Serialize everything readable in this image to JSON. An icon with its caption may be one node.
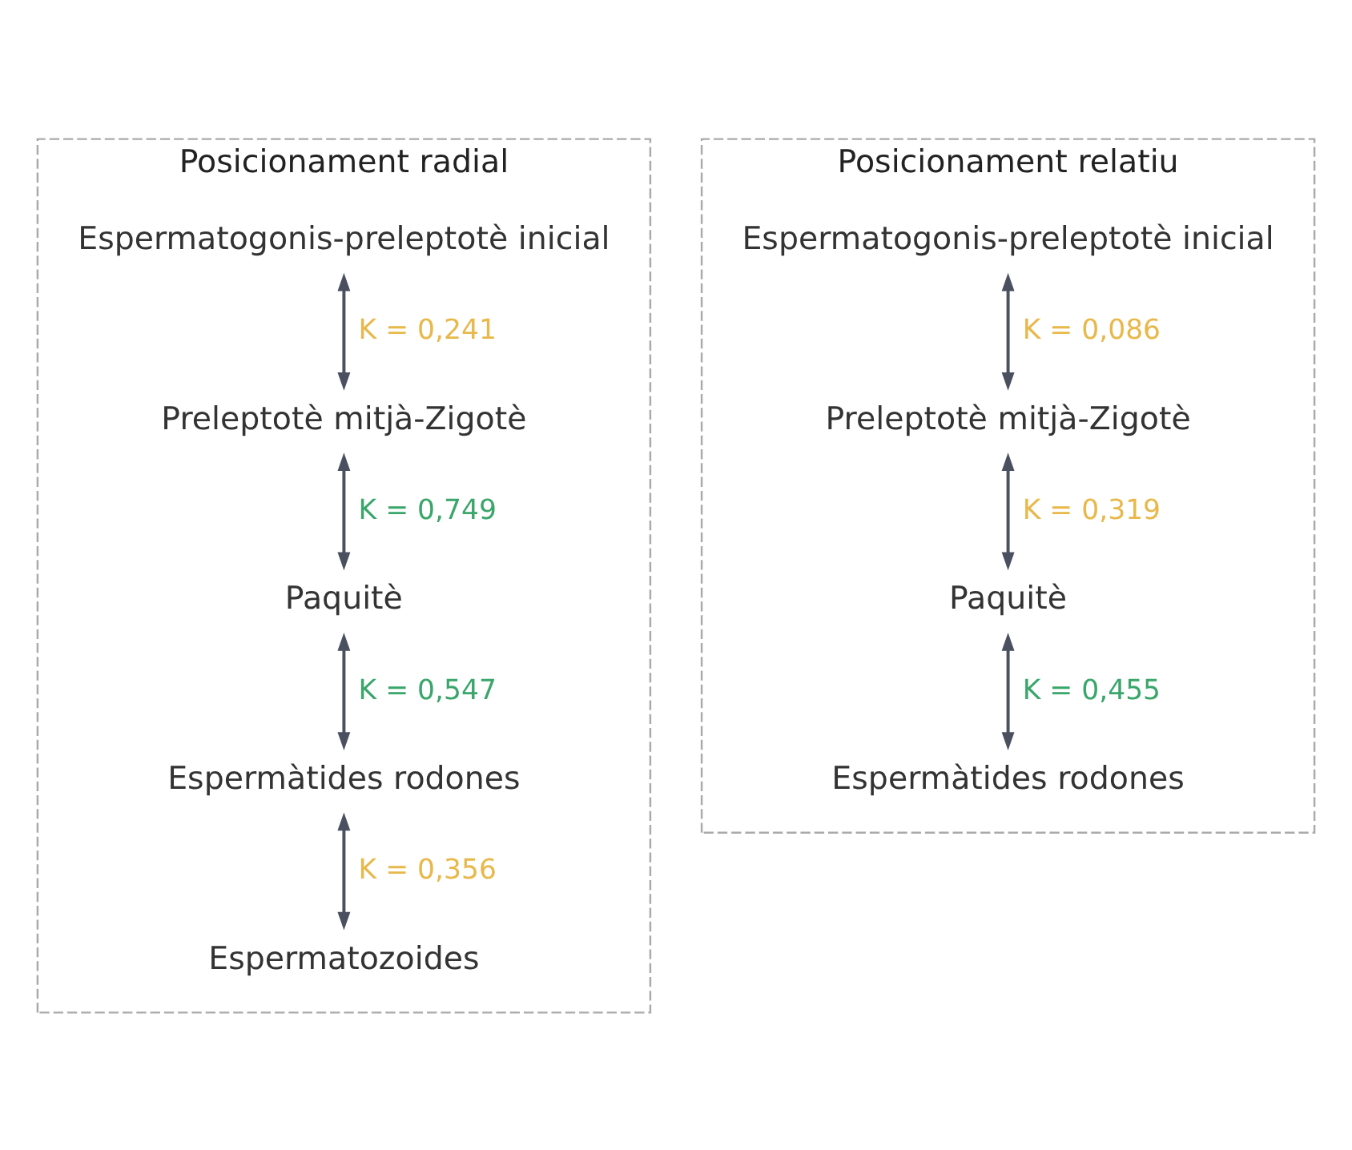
{
  "diagram": {
    "nodes": [
      {
        "text": [
          "Posicionament radial"
        ]
      },
      {
        "text": [
          "Espermatogonis-preleptotè inicial"
        ],
        "in": 0
      },
      {
        "text": [
          "Preleptotè mitjà-Zigotè"
        ],
        "in": 0
      },
      {
        "text": [
          "Paquitè"
        ],
        "in": 0
      },
      {
        "text": [
          "Espermàtides rodones"
        ],
        "in": 0
      },
      {
        "text": [
          "Espermatozoides"
        ],
        "in": 0
      },
      {
        "text": [
          "Posicionament relatiu"
        ]
      },
      {
        "text": [
          "Espermatogonis-preleptotè inicial"
        ],
        "in": 6
      },
      {
        "text": [
          "Preleptotè mitjà-Zigotè"
        ],
        "in": 6
      },
      {
        "text": [
          "Paquitè"
        ],
        "in": 6
      },
      {
        "text": [
          "Espermàtides rodones"
        ],
        "in": 6
      }
    ],
    "edges": [
      {
        "from": 1,
        "to": 2,
        "arrow": "both",
        "label": "K = 0,241"
      },
      {
        "from": 2,
        "to": 3,
        "arrow": "both",
        "label": "K = 0,749"
      },
      {
        "from": 3,
        "to": 4,
        "arrow": "both",
        "label": "K = 0,547"
      },
      {
        "from": 4,
        "to": 5,
        "arrow": "both",
        "label": "K = 0,356"
      },
      {
        "from": 7,
        "to": 8,
        "arrow": "both",
        "label": "K = 0,086"
      },
      {
        "from": 8,
        "to": 9,
        "arrow": "both",
        "label": "K = 0,319"
      },
      {
        "from": 9,
        "to": 10,
        "arrow": "both",
        "label": "K = 0,455"
      }
    ]
  }
}
